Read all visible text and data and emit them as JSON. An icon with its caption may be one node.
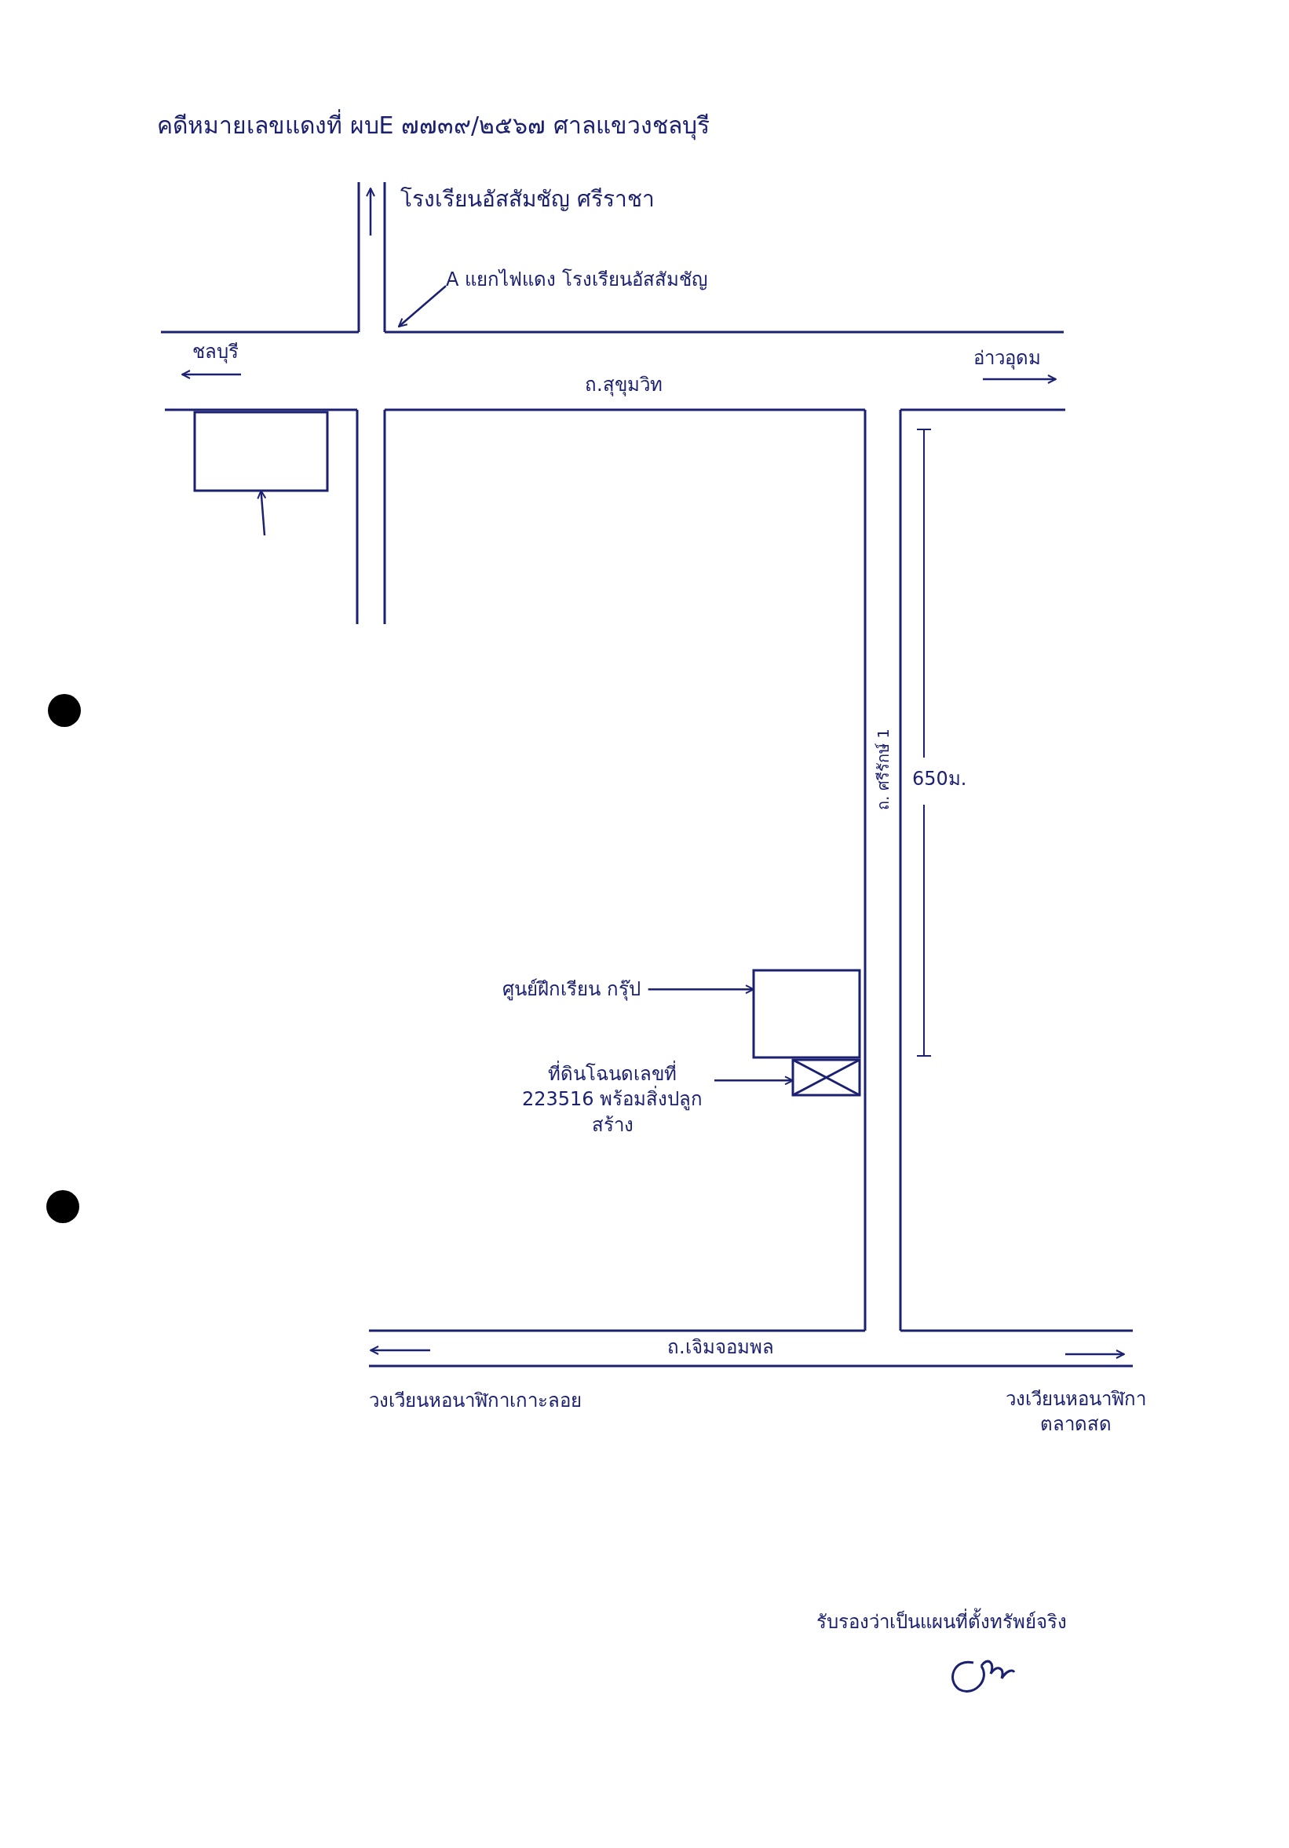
{
  "diagram": {
    "title": "คดีหมายเลขแดงที่ ผบE ๗๗๓๙/๒๕๖๗ ศาลแขวงชลบุรี",
    "nodes": [
      {
        "text": [
          "A แยกไฟแดง โรงเรียนอัสสัมชัญ"
        ]
      },
      {
        "text": [],
        "shape": "box"
      },
      {
        "text": [
          "ศูนย์ฝึกเรียน กรุ๊ป"
        ]
      },
      {
        "text": [],
        "shape": "box"
      },
      {
        "text": [
          "ที่ดินโฉนดเลขที่ 223516 พร้อมสิ่งปลูกสร้าง"
        ]
      },
      {
        "text": [],
        "shape": "box"
      }
    ],
    "edges": [
      {
        "from": 0,
        "to": null,
        "arrow": "to"
      },
      {
        "from": null,
        "to": 1,
        "arrow": "to"
      },
      {
        "from": 2,
        "to": 3,
        "arrow": "to"
      },
      {
        "from": 4,
        "to": 5,
        "arrow": "to"
      }
    ],
    "labels": [
      "โรงเรียนอัสสัมชัญ ศรีราชา",
      "ชลบุรี",
      "อ่าวอุดม",
      "ถ.สุขุมวิท",
      "ถ. ศรีรักษ์ 1",
      "650ม.",
      "ถ.เจิมจอมพล",
      "วงเวียนหอนาฬิกาเกาะลอย",
      "วงเวียนหอนาฬิกา ตลาดสด",
      "รับรองว่าเป็นแผนที่ตั้งทรัพย์จริง"
    ]
  }
}
